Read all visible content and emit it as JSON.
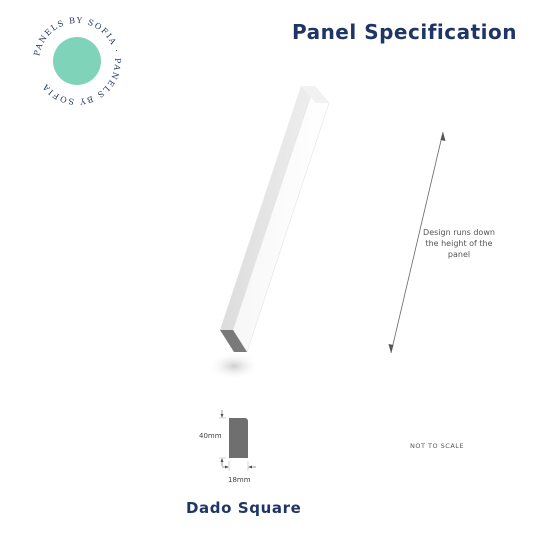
{
  "brand": {
    "logo_text": "PANELS BY SOFIA",
    "accent_color": "#7fd3b8",
    "ring_text_color": "#1f3566"
  },
  "header": {
    "title": "Panel Specification"
  },
  "diagram": {
    "direction_note": "Design runs down the height of the panel",
    "scale_note": "NOT TO SCALE"
  },
  "profile": {
    "height_label": "40mm",
    "width_label": "18mm",
    "name": "Dado Square",
    "fill_color": "#6f6f6f"
  }
}
